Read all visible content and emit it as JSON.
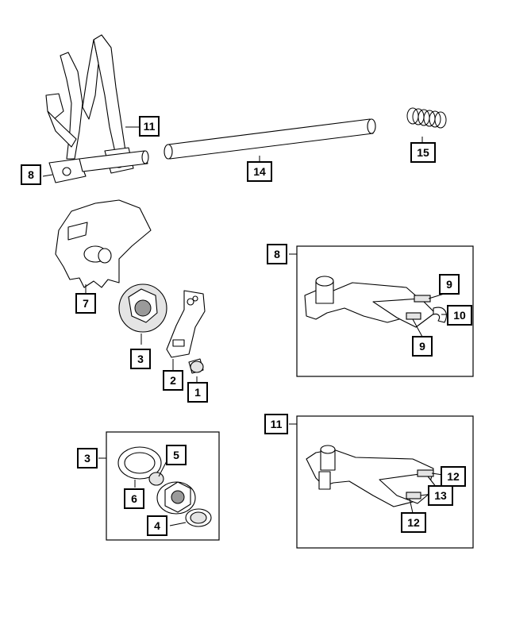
{
  "callouts": {
    "c1": "1",
    "c2": "2",
    "c3_main": "3",
    "c3_detail": "3",
    "c4": "4",
    "c5": "5",
    "c6": "6",
    "c7": "7",
    "c8_main": "8",
    "c8_detail": "8",
    "c9_top": "9",
    "c9_bottom": "9",
    "c10": "10",
    "c11_main": "11",
    "c11_detail": "11",
    "c12_top": "12",
    "c12_bottom": "12",
    "c13": "13",
    "c14": "14",
    "c15": "15"
  }
}
